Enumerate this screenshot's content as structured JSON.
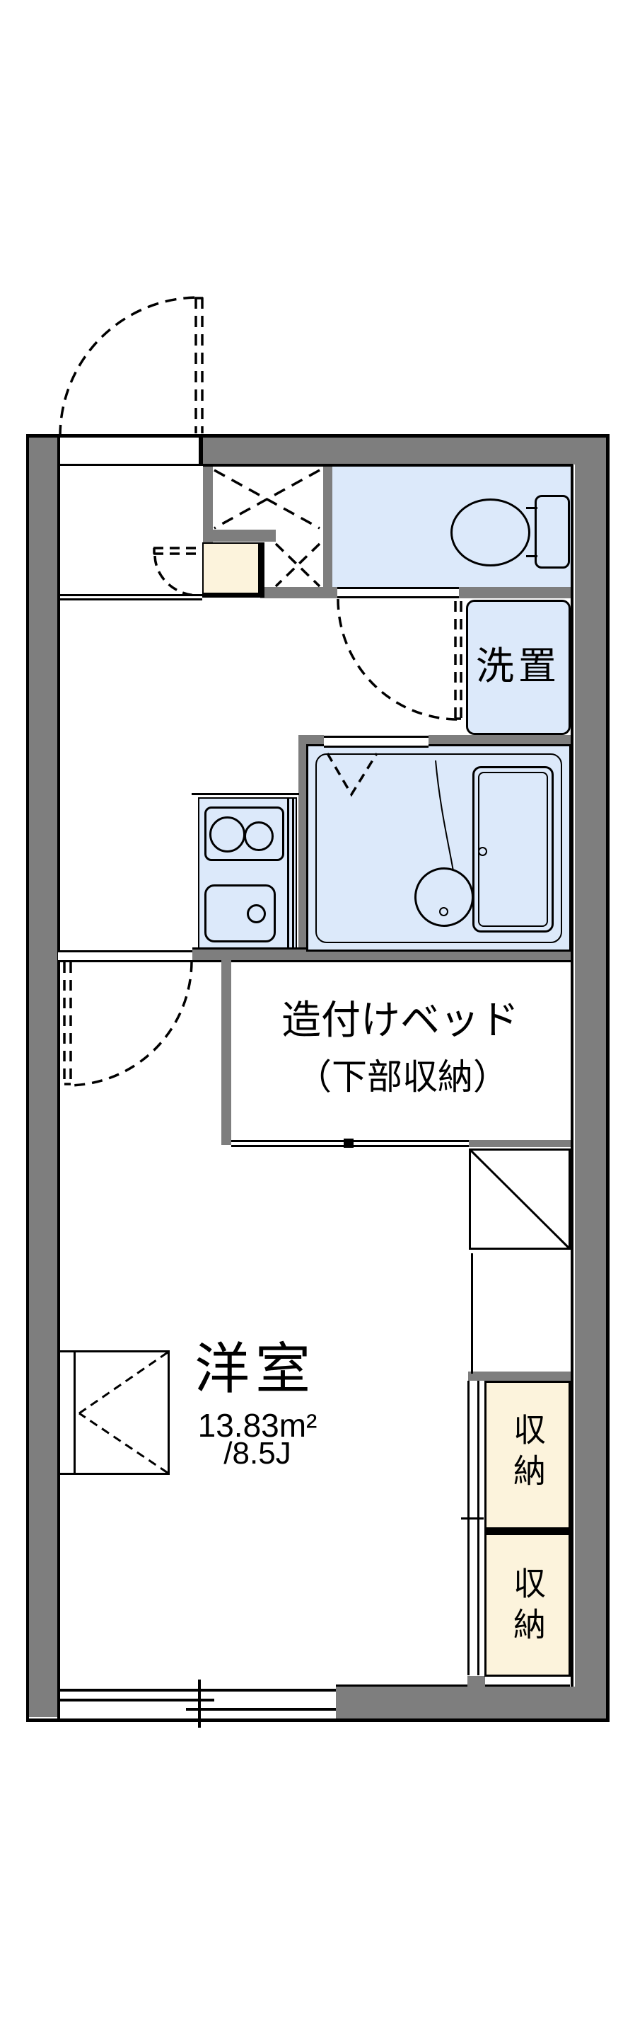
{
  "plan": {
    "labels": {
      "washer": "洗置",
      "built_in_bed_line1": "造付けベッド",
      "built_in_bed_line2": "（下部収納）",
      "room_name": "洋室",
      "room_area_m2": "13.83m²",
      "room_area_jo": "/8.5J",
      "storage_upper": "収納",
      "storage_lower": "収納"
    },
    "colors": {
      "wall": "#7e7e7e",
      "water_area": "#dce9fa",
      "storage_area": "#fcf3dc",
      "line": "#000000"
    }
  }
}
